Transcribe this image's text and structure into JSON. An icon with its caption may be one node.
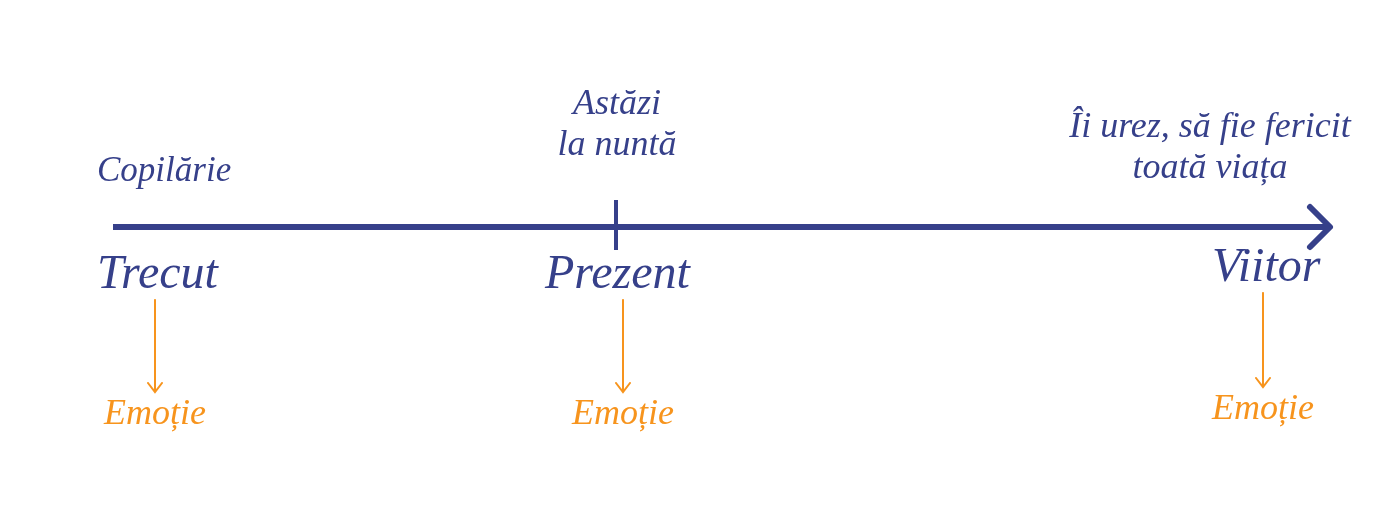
{
  "diagram": {
    "nodes": [
      {
        "text": [
          "Trecut"
        ]
      },
      {
        "text": [
          "Prezent"
        ]
      },
      {
        "text": [
          "Viitor"
        ]
      },
      {
        "text": [
          "Emoție"
        ]
      },
      {
        "text": [
          "Emoție"
        ]
      },
      {
        "text": [
          "Emoție"
        ]
      }
    ],
    "edges": [
      {
        "from": 0,
        "to": 3,
        "arrow": "to"
      },
      {
        "from": 1,
        "to": 4,
        "arrow": "to"
      },
      {
        "from": 2,
        "to": 5,
        "arrow": "to"
      }
    ],
    "labels": [
      "Copilărie",
      "Astăzi la nuntă",
      "Îi urez, să fie fericit toată viața"
    ]
  }
}
